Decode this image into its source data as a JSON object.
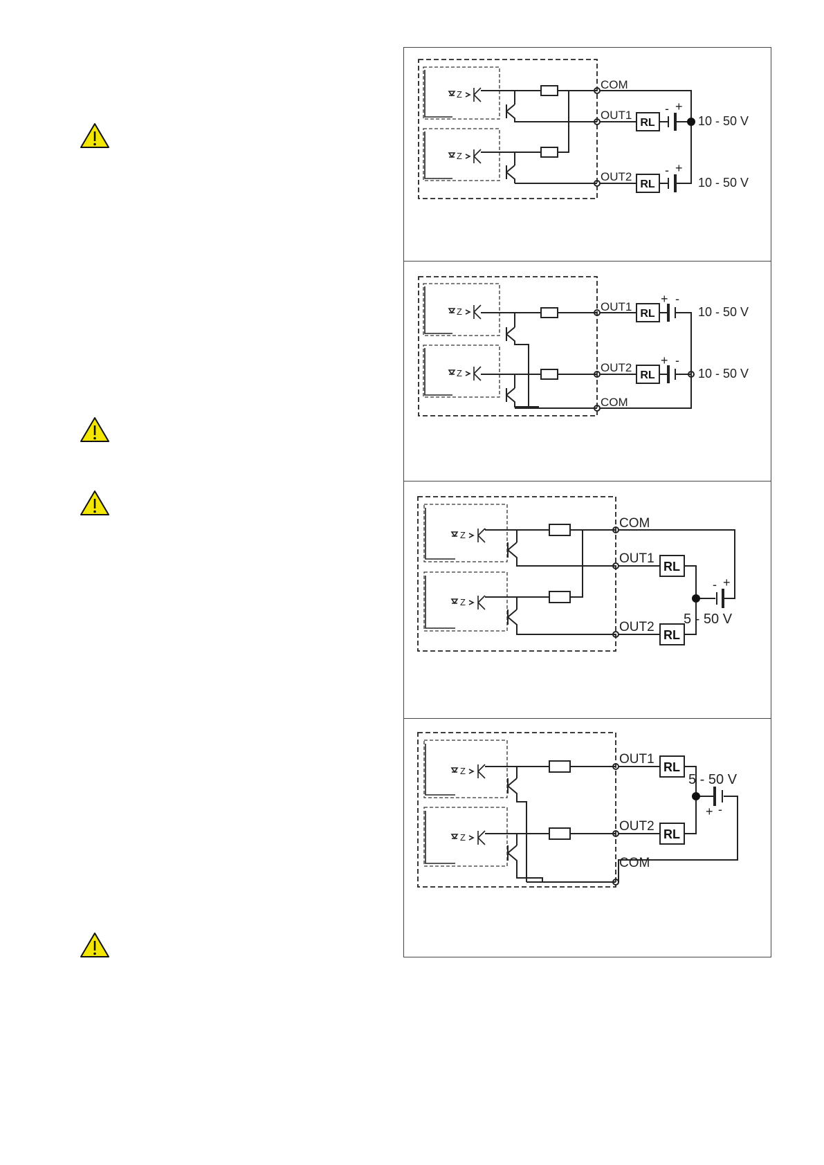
{
  "warnings": [
    "warning-1",
    "warning-2",
    "warning-3",
    "warning-4"
  ],
  "panels": [
    {
      "id": "panel-1",
      "labels": {
        "com": "COM",
        "out1": "OUT1",
        "out2": "OUT2",
        "rl": "RL",
        "plus": "+",
        "minus": "-",
        "v1": "10 - 50 V",
        "v2": "10 - 50 V"
      }
    },
    {
      "id": "panel-2",
      "labels": {
        "com": "COM",
        "out1": "OUT1",
        "out2": "OUT2",
        "rl": "RL",
        "plus": "+",
        "minus": "-",
        "v1": "10 - 50 V",
        "v2": "10 - 50 V"
      }
    },
    {
      "id": "panel-3",
      "labels": {
        "com": "COM",
        "out1": "OUT1",
        "out2": "OUT2",
        "rl": "RL",
        "plus": "+",
        "minus": "-",
        "v1": "5 - 50 V"
      }
    },
    {
      "id": "panel-4",
      "labels": {
        "com": "COM",
        "out1": "OUT1",
        "out2": "OUT2",
        "rl": "RL",
        "plus": "+",
        "minus": "-",
        "v1": "5 - 50 V"
      }
    }
  ],
  "colors": {
    "warning_fill": "#f3e600",
    "line": "#222222"
  }
}
